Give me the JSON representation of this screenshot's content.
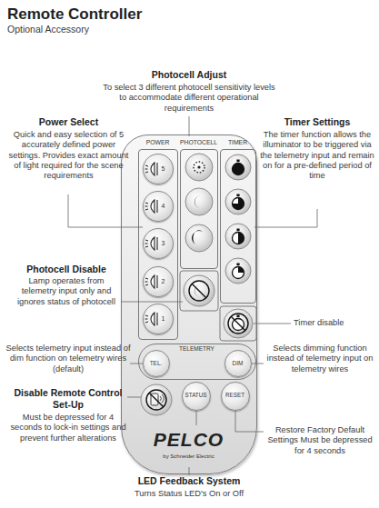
{
  "diagram": {
    "title": "Remote Controller",
    "nodes": [
      {
        "text": [
          "PELCO",
          "by Schneider Electric"
        ]
      },
      {
        "text": [
          "POWER"
        ],
        "in": 0
      },
      {
        "text": [
          "5"
        ],
        "in": 1
      },
      {
        "text": [
          "4"
        ],
        "in": 1
      },
      {
        "text": [
          "3"
        ],
        "in": 1
      },
      {
        "text": [
          "2"
        ],
        "in": 1
      },
      {
        "text": [
          "1"
        ],
        "in": 1
      },
      {
        "text": [
          "PHOTOCELL"
        ],
        "in": 0
      },
      {
        "text": [
          "TIMER"
        ],
        "in": 0
      },
      {
        "text": [
          "TELEMETRY"
        ],
        "in": 0
      },
      {
        "text": [
          "TEL."
        ],
        "in": 9
      },
      {
        "text": [
          "DIM"
        ],
        "in": 9
      },
      {
        "text": [
          "STATUS"
        ],
        "in": 0
      },
      {
        "text": [
          "RESET"
        ],
        "in": 0
      }
    ],
    "labels": [
      "Optional Accessory",
      "Photocell Adjust",
      "To select 3 different photocell sensitivity levels to accommodate different operational requirements",
      "Power Select",
      "Quick and easy selection of 5 accurately defined power settings. Provides exact amount of light required for the scene requirements",
      "Timer Settings",
      "The timer function allows the illuminator to be triggered via the telemetry input and remain on for a pre-defined period of time",
      "Photocell Disable",
      "Lamp operates from telemetry input only and ignores status of photocell",
      "Timer disable",
      "Selects telemetry input instead of dim function on telemetry wires (default)",
      "Selects dimming function instead of telemetry input on telemetry wires",
      "Disable Remote Control Set-Up",
      "Must be depressed for 4 seconds to lock-in settings and prevent further alterations",
      "Restore Factory Default Settings Must be depressed for 4 seconds",
      "LED Feedback System",
      "Turns Status LED's On or Off"
    ]
  }
}
